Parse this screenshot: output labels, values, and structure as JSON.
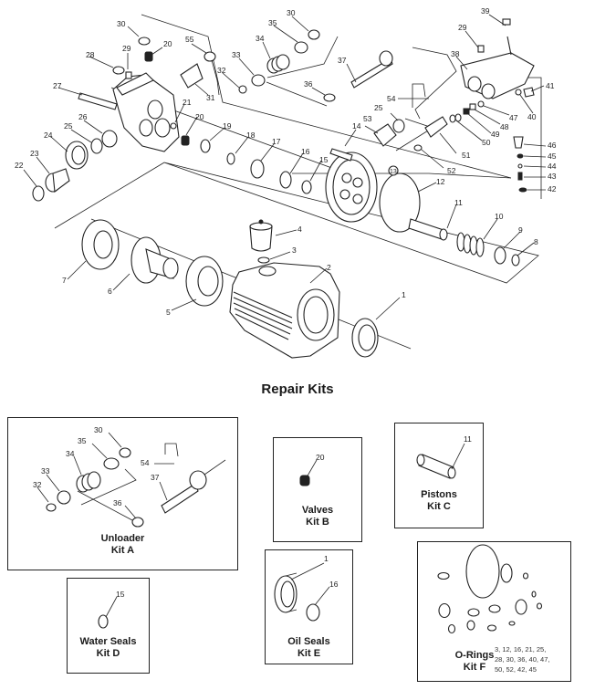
{
  "diagram": {
    "part_numbers": [
      "1",
      "2",
      "3",
      "4",
      "5",
      "6",
      "7",
      "8",
      "9",
      "10",
      "11",
      "12",
      "13",
      "14",
      "15",
      "16",
      "17",
      "18",
      "19",
      "20",
      "21",
      "22",
      "23",
      "24",
      "25",
      "26",
      "27",
      "28",
      "29",
      "30",
      "31",
      "32",
      "33",
      "34",
      "35",
      "36",
      "37",
      "38",
      "39",
      "40",
      "41",
      "42",
      "43",
      "44",
      "45",
      "46",
      "47",
      "48",
      "49",
      "50",
      "51",
      "52",
      "53",
      "54",
      "55"
    ],
    "labels": {
      "p1": "1",
      "p2": "2",
      "p3": "3",
      "p4": "4",
      "p5": "5",
      "p6": "6",
      "p7": "7",
      "p8": "8",
      "p9": "9",
      "p10": "10",
      "p11": "11",
      "p12": "12",
      "p13": "13",
      "p14": "14",
      "p15": "15",
      "p16": "16",
      "p17": "17",
      "p18": "18",
      "p19": "19",
      "p20a": "20",
      "p20b": "20",
      "p21": "21",
      "p22": "22",
      "p23": "23",
      "p24": "24",
      "p25a": "25",
      "p25b": "25",
      "p26": "26",
      "p27": "27",
      "p28": "28",
      "p29a": "29",
      "p29b": "29",
      "p30a": "30",
      "p30b": "30",
      "p31": "31",
      "p32": "32",
      "p33": "33",
      "p34": "34",
      "p35": "35",
      "p36": "36",
      "p37": "37",
      "p38": "38",
      "p39": "39",
      "p40": "40",
      "p41": "41",
      "p42": "42",
      "p43": "43",
      "p44": "44",
      "p45": "45",
      "p46": "46",
      "p47": "47",
      "p48": "48",
      "p49": "49",
      "p50": "50",
      "p51": "51",
      "p52": "52",
      "p53": "53",
      "p54": "54",
      "p55": "55"
    }
  },
  "section_title": "Repair Kits",
  "kits": [
    {
      "id": "A",
      "name": "Unloader",
      "kit": "Kit A",
      "parts": [
        "30",
        "35",
        "34",
        "33",
        "32",
        "54",
        "37",
        "36"
      ]
    },
    {
      "id": "B",
      "name": "Valves",
      "kit": "Kit B",
      "parts": [
        "20"
      ]
    },
    {
      "id": "C",
      "name": "Pistons",
      "kit": "Kit C",
      "parts": [
        "11"
      ]
    },
    {
      "id": "D",
      "name": "Water Seals",
      "kit": "Kit D",
      "parts": [
        "15"
      ]
    },
    {
      "id": "E",
      "name": "Oil Seals",
      "kit": "Kit E",
      "parts": [
        "1",
        "16"
      ]
    },
    {
      "id": "F",
      "name": "O-Rings",
      "kit": "Kit F",
      "parts_lines": [
        "3, 12, 16, 21, 25,",
        "28, 30, 36, 40, 47,",
        "50, 52, 42, 45"
      ]
    }
  ]
}
